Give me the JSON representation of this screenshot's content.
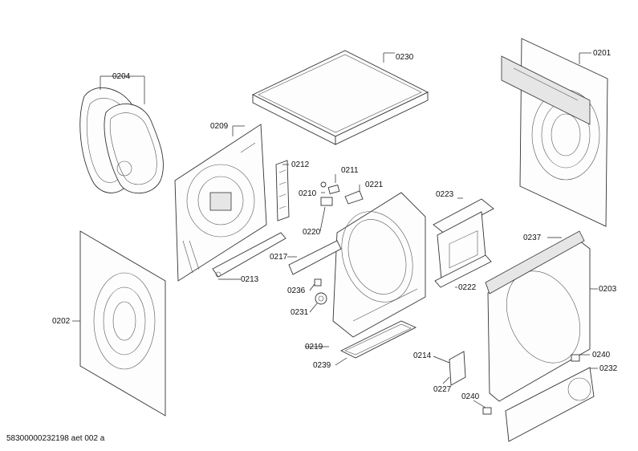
{
  "diagram": {
    "labels": {
      "p0201": "0201",
      "p0202": "0202",
      "p0203": "0203",
      "p0204": "0204",
      "p0209": "0209",
      "p0210": "0210",
      "p0211": "0211",
      "p0212": "0212",
      "p0213": "0213",
      "p0214": "0214",
      "p0217": "0217",
      "p0219": "0219",
      "p0220": "0220",
      "p0221": "0221",
      "p0222": "0222",
      "p0223": "0223",
      "p0227": "0227",
      "p0230": "0230",
      "p0231": "0231",
      "p0232": "0232",
      "p0236": "0236",
      "p0237": "0237",
      "p0239": "0239",
      "p0240a": "0240",
      "p0240b": "0240"
    }
  },
  "footer": {
    "code": "58300000232198 aet 002 a"
  }
}
